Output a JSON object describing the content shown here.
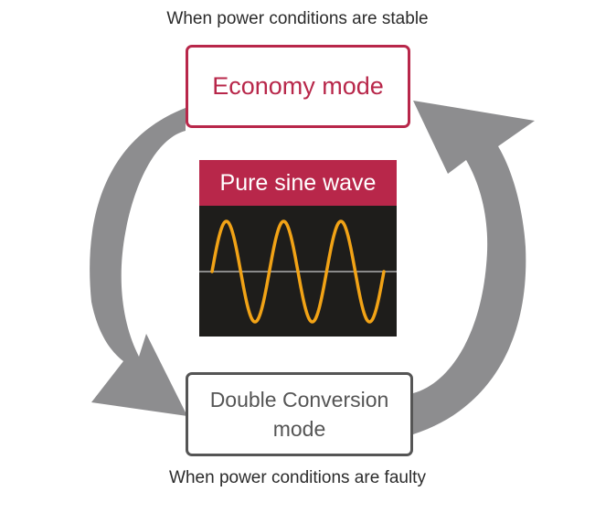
{
  "captions": {
    "top": "When power conditions are stable",
    "bottom": "When power conditions are faulty"
  },
  "modes": {
    "economy": "Economy mode",
    "double_line1": "Double Conversion",
    "double_line2": "mode"
  },
  "panel": {
    "title": "Pure sine wave"
  },
  "colors": {
    "accent": "#b8274a",
    "arrow": "#8d8d8f",
    "panel_bg": "#1e1d1b",
    "wave": "#f2a316",
    "axis": "#8a8a8a",
    "text": "#2b2b2b",
    "double_border": "#555555"
  },
  "icons": {
    "cycle_arrows": "cycle-arrows-icon",
    "sine_wave": "sine-wave-icon"
  }
}
